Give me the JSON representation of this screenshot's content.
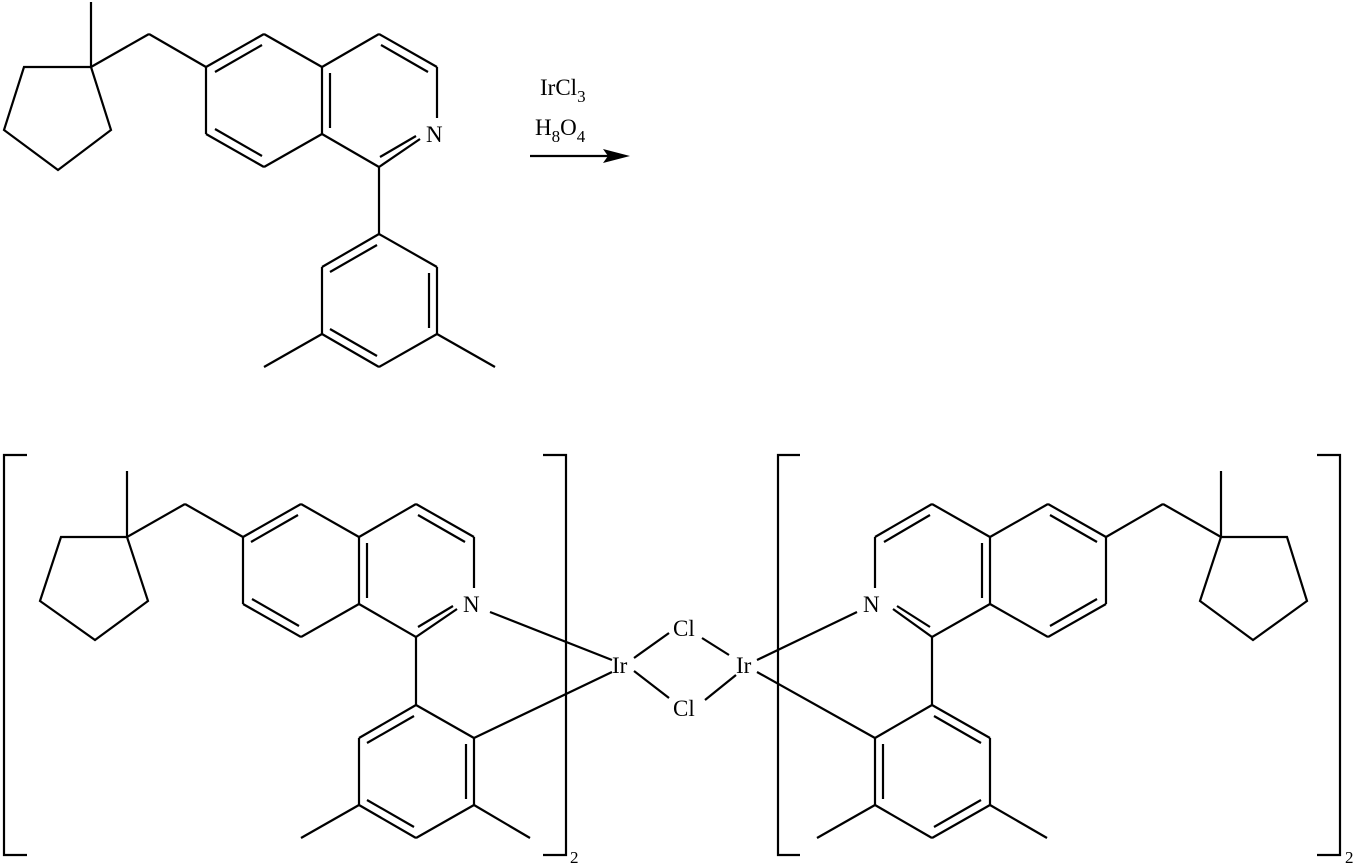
{
  "scheme": {
    "type": "chemical-reaction",
    "reactant": {
      "description": "1-(3,5-dimethylphenyl)-6-((1-methylcyclopentyl)methyl)isoquinoline",
      "atom_labels": [
        "N"
      ]
    },
    "reagents": {
      "line1": {
        "main": "IrCl",
        "sub": "3"
      },
      "line2": {
        "main1": "H",
        "sub1": "8",
        "main2": "O",
        "sub2": "4"
      }
    },
    "arrow": "reaction-arrow",
    "product": {
      "description": "chloro-bridged iridium dimer",
      "left_ligand": {
        "atom_labels": [
          "N"
        ],
        "multiplier": "2"
      },
      "right_ligand": {
        "atom_labels": [
          "N"
        ],
        "multiplier": "2"
      },
      "core": {
        "metal_left": "Ir",
        "metal_right": "Ir",
        "bridge_top": "Cl",
        "bridge_bottom": "Cl"
      }
    }
  }
}
